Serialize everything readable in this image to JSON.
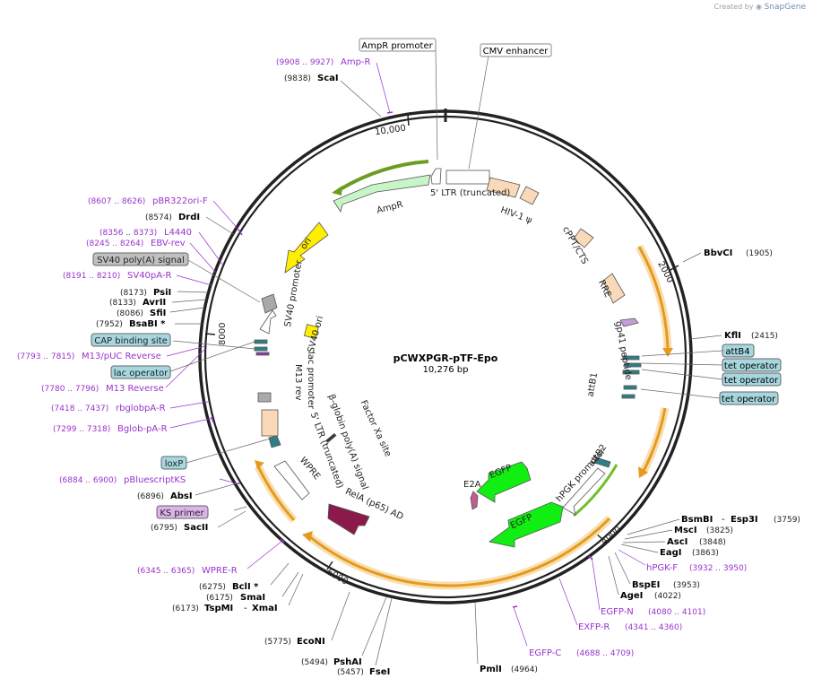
{
  "app": {
    "created_by": "Created by",
    "brand": "SnapGene"
  },
  "plasmid": {
    "name": "pCWXPGR-pTF-Epo",
    "size_label": "10,276 bp",
    "length": 10276
  },
  "colors": {
    "backbone": "#222222",
    "purple_text": "#9933cc",
    "orange_arrow": "#e59a1e",
    "orange_glow": "#f8dfb0",
    "green_arrow": "#11ee11",
    "light_green": "#c8f5c8",
    "peach": "#fad9b8",
    "yellow": "#ffee00",
    "teal": "#2f7f86",
    "label_box_blue": "#a6d7df",
    "label_box_gray": "#c0c0c0",
    "label_box_purple": "#dcb4ea",
    "relA": "#8b1a4a"
  },
  "ticks": [
    {
      "label": "10,000",
      "pos": 10000
    },
    {
      "label": "2000",
      "pos": 2000
    },
    {
      "label": "4000",
      "pos": 4000
    },
    {
      "label": "6000",
      "pos": 6000
    },
    {
      "label": "8000",
      "pos": 8000
    }
  ],
  "sites": [
    {
      "name": "ScaI",
      "pos": "(9838)",
      "side": "left",
      "style": "enzyme"
    },
    {
      "name": "Amp-R",
      "pos": "(9908 .. 9927)",
      "side": "left",
      "style": "primer"
    },
    {
      "name": "BbvCI",
      "pos": "(1905)",
      "side": "right",
      "style": "enzyme"
    },
    {
      "name": "KflI",
      "pos": "(2415)",
      "side": "right",
      "style": "enzyme"
    },
    {
      "name": "attB4",
      "pos": "",
      "side": "right",
      "style": "box_blue"
    },
    {
      "name": "tet operator",
      "pos": "",
      "side": "right",
      "style": "box_blue"
    },
    {
      "name": "tet operator",
      "pos": "",
      "side": "right",
      "style": "box_blue"
    },
    {
      "name": "tet operator",
      "pos": "",
      "side": "right",
      "style": "box_blue"
    },
    {
      "name": "BsmBI",
      "name2": "Esp3I",
      "pos": "(3759)",
      "side": "right",
      "style": "enzyme"
    },
    {
      "name": "MscI",
      "pos": "(3825)",
      "side": "right",
      "style": "enzyme"
    },
    {
      "name": "AscI",
      "pos": "(3848)",
      "side": "right",
      "style": "enzyme"
    },
    {
      "name": "EagI",
      "pos": "(3863)",
      "side": "right",
      "style": "enzyme"
    },
    {
      "name": "hPGK-F",
      "pos": "(3932 .. 3950)",
      "side": "right",
      "style": "primer"
    },
    {
      "name": "BspEI",
      "pos": "(3953)",
      "side": "right",
      "style": "enzyme"
    },
    {
      "name": "AgeI",
      "pos": "(4022)",
      "side": "right",
      "style": "enzyme"
    },
    {
      "name": "EGFP-N",
      "pos": "(4080 .. 4101)",
      "side": "right",
      "style": "primer"
    },
    {
      "name": "EXFP-R",
      "pos": "(4341 .. 4360)",
      "side": "right",
      "style": "primer"
    },
    {
      "name": "EGFP-C",
      "pos": "(4688 .. 4709)",
      "side": "right",
      "style": "primer"
    },
    {
      "name": "PmlI",
      "pos": "(4964)",
      "side": "right",
      "style": "enzyme"
    },
    {
      "name": "FseI",
      "pos": "(5457)",
      "side": "left",
      "style": "enzyme"
    },
    {
      "name": "PshAI",
      "pos": "(5494)",
      "side": "left",
      "style": "enzyme"
    },
    {
      "name": "EcoNI",
      "pos": "(5775)",
      "side": "left",
      "style": "enzyme"
    },
    {
      "name": "TspMI",
      "name2": "XmaI",
      "pos": "(6173)",
      "side": "left",
      "style": "enzyme"
    },
    {
      "name": "SmaI",
      "pos": "(6175)",
      "side": "left",
      "style": "enzyme"
    },
    {
      "name": "BclI *",
      "pos": "(6275)",
      "side": "left",
      "style": "enzyme"
    },
    {
      "name": "WPRE-R",
      "pos": "(6345 .. 6365)",
      "side": "left",
      "style": "primer"
    },
    {
      "name": "SacII",
      "pos": "(6795)",
      "side": "left",
      "style": "enzyme"
    },
    {
      "name": "KS primer",
      "pos": "",
      "side": "left",
      "style": "box_purple"
    },
    {
      "name": "AbsI",
      "pos": "(6896)",
      "side": "left",
      "style": "enzyme"
    },
    {
      "name": "pBluescriptKS",
      "pos": "(6884 .. 6900)",
      "side": "left",
      "style": "primer"
    },
    {
      "name": "loxP",
      "pos": "",
      "side": "left",
      "style": "box_blue"
    },
    {
      "name": "Bglob-pA-R",
      "pos": "(7299 .. 7318)",
      "side": "left",
      "style": "primer"
    },
    {
      "name": "rbglobpA-R",
      "pos": "(7418 .. 7437)",
      "side": "left",
      "style": "primer"
    },
    {
      "name": "M13 Reverse",
      "pos": "(7780 .. 7796)",
      "side": "left",
      "style": "primer"
    },
    {
      "name": "lac operator",
      "pos": "",
      "side": "left",
      "style": "box_blue"
    },
    {
      "name": "M13/pUC Reverse",
      "pos": "(7793 .. 7815)",
      "side": "left",
      "style": "primer"
    },
    {
      "name": "CAP binding site",
      "pos": "",
      "side": "left",
      "style": "box_blue"
    },
    {
      "name": "BsaBI *",
      "pos": "(7952)",
      "side": "left",
      "style": "enzyme"
    },
    {
      "name": "SfiI",
      "pos": "(8086)",
      "side": "left",
      "style": "enzyme"
    },
    {
      "name": "AvrII",
      "pos": "(8133)",
      "side": "left",
      "style": "enzyme"
    },
    {
      "name": "PsiI",
      "pos": "(8173)",
      "side": "left",
      "style": "enzyme"
    },
    {
      "name": "SV40pA-R",
      "pos": "(8191 .. 8210)",
      "side": "left",
      "style": "primer"
    },
    {
      "name": "SV40 poly(A) signal",
      "pos": "",
      "side": "left",
      "style": "box_gray"
    },
    {
      "name": "EBV-rev",
      "pos": "(8245 .. 8264)",
      "side": "left",
      "style": "primer"
    },
    {
      "name": "L4440",
      "pos": "(8356 .. 8373)",
      "side": "left",
      "style": "primer"
    },
    {
      "name": "DrdI",
      "pos": "(8574)",
      "side": "left",
      "style": "enzyme"
    },
    {
      "name": "pBR322ori-F",
      "pos": "(8607 .. 8626)",
      "side": "left",
      "style": "primer"
    }
  ],
  "top_boxes": [
    {
      "name": "AmpR promoter"
    },
    {
      "name": "CMV enhancer"
    }
  ],
  "features": [
    {
      "name": "5' LTR (truncated)",
      "type": "box"
    },
    {
      "name": "HIV-1 ψ",
      "type": "box"
    },
    {
      "name": "cPPT/CTS",
      "type": "box"
    },
    {
      "name": "RRE",
      "type": "box"
    },
    {
      "name": "gp41 peptide",
      "type": "box"
    },
    {
      "name": "attB1",
      "type": "box"
    },
    {
      "name": "attB2",
      "type": "box"
    },
    {
      "name": "hPGK promoter",
      "type": "arrow"
    },
    {
      "name": "EGFP",
      "type": "arrow"
    },
    {
      "name": "E2A",
      "type": "arrow"
    },
    {
      "name": "EGFP",
      "type": "arrow"
    },
    {
      "name": "RelA (p65) AD",
      "type": "arrow"
    },
    {
      "name": "WPRE",
      "type": "box"
    },
    {
      "name": "5' LTR (truncated)",
      "type": "box"
    },
    {
      "name": "β-globin poly(A) signal",
      "type": "box"
    },
    {
      "name": "Factor Xa site",
      "type": "box"
    },
    {
      "name": "M13 rev",
      "type": "box"
    },
    {
      "name": "lac promoter",
      "type": "arrow"
    },
    {
      "name": "SV40 promoter",
      "type": "arrow"
    },
    {
      "name": "SV40 ori",
      "type": "box"
    },
    {
      "name": "ori",
      "type": "arrow"
    },
    {
      "name": "AmpR",
      "type": "arrow"
    }
  ]
}
